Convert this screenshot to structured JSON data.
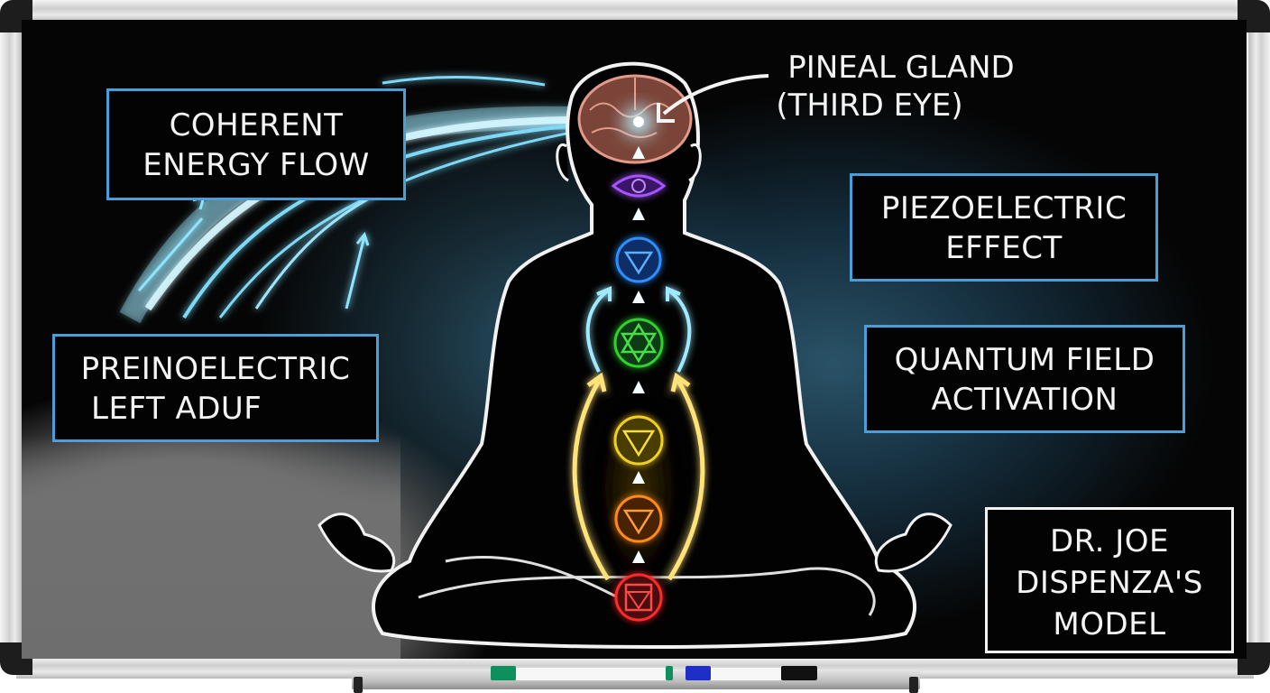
{
  "board": {
    "title": "Dr. Joe Dispenza's Model",
    "background_color": "#050505",
    "frame_color": "#d0d0d0"
  },
  "labels": {
    "coherent_energy_flow": {
      "line1": "COHERENT",
      "line2": "ENERGY FLOW"
    },
    "preinoelectric": {
      "line1": "PREINOELECTRIC",
      "line2": "LEFT ADUF"
    },
    "pineal_gland": {
      "line1": "PINEAL GLAND",
      "line2": "(THIRD EYE)"
    },
    "piezoelectric": {
      "line1": "PIEZOELECTRIC",
      "line2": "EFFECT"
    },
    "quantum_field": {
      "line1": "QUANTUM FIELD",
      "line2": "ACTIVATION"
    },
    "model": {
      "line1": "DR. JOE",
      "line2": "DISPENZA'S",
      "line3": "MODEL"
    }
  },
  "chakras": [
    {
      "name": "crown-pineal",
      "icon": "glow-point",
      "color": "#bfefff"
    },
    {
      "name": "third-eye",
      "icon": "eye-symbol",
      "color": "#9a4dff"
    },
    {
      "name": "throat",
      "icon": "lotus-triangle",
      "color": "#2f8fff"
    },
    {
      "name": "heart",
      "icon": "hexagram-lotus",
      "color": "#2fd12f"
    },
    {
      "name": "solar-plexus",
      "icon": "lotus-triangle",
      "color": "#f0d020"
    },
    {
      "name": "sacral",
      "icon": "lotus-triangle",
      "color": "#ff8a1a"
    },
    {
      "name": "root",
      "icon": "lotus-square",
      "color": "#ff2a2a"
    }
  ],
  "colors": {
    "box_border_blue": "#4a9fd8",
    "energy_blue": "#8fe4ff",
    "energy_gold": "#ffe27a",
    "brain": "#c7786a"
  },
  "markers": [
    {
      "name": "green-marker",
      "cap_color": "#0e8f5e"
    },
    {
      "name": "blue-marker",
      "cap_color": "#1e2fc8"
    },
    {
      "name": "black-marker",
      "cap_color": "#111111"
    }
  ]
}
